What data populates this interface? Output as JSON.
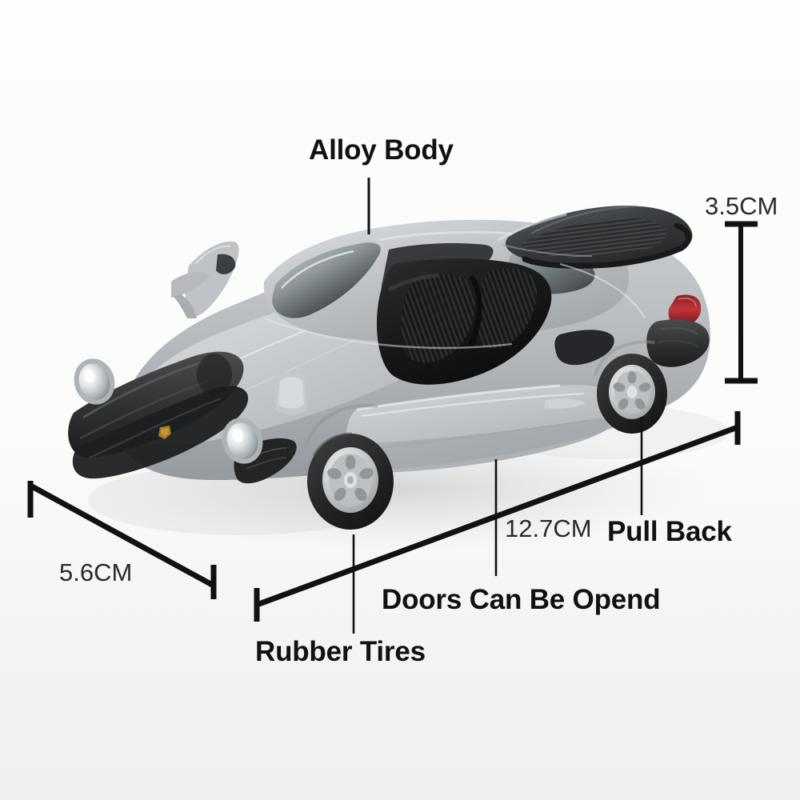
{
  "scene": {
    "background_color": "#fbfbfa",
    "background_bottom_color": "#f1f1f0",
    "subject": "diecast-porsche-911-930-turbo-model-car",
    "body_color": "#b9bcbe",
    "trim_color": "#2b2c2e",
    "annotation_color": "#111111",
    "dimension_color": "#2a2a2a"
  },
  "annotations": {
    "alloy_body": "Alloy Body",
    "pull_back": "Pull Back",
    "doors_can_be_opend": "Doors Can Be Opend",
    "rubber_tires": "Rubber Tires"
  },
  "dimensions": {
    "height": "3.5CM",
    "length": "12.7CM",
    "width": "5.6CM"
  },
  "icons": {
    "leader_line": "leader-line-icon",
    "dimension_arrow": "dimension-line-icon",
    "brand_crest": "porsche-crest-icon"
  },
  "features": [
    "Alloy Body",
    "Pull Back",
    "Doors Can Be Opend",
    "Rubber Tires"
  ]
}
